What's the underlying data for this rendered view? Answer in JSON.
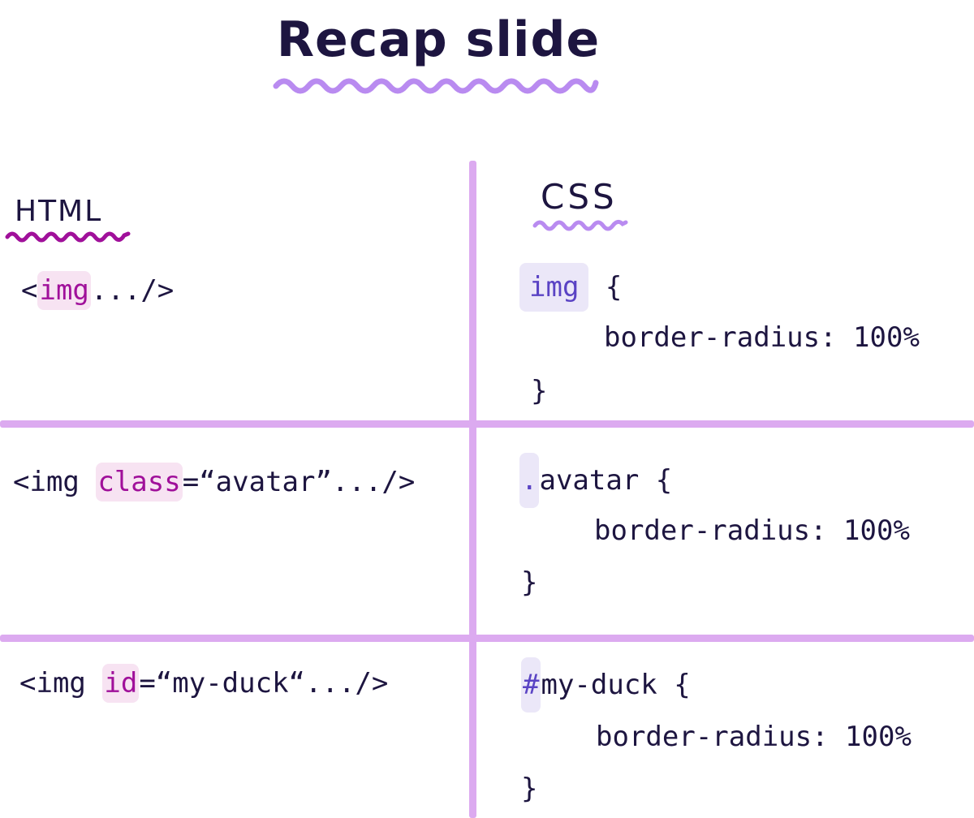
{
  "title": "Recap slide",
  "headings": {
    "html": "HTML",
    "css": "CSS"
  },
  "colors": {
    "ink": "#1d1540",
    "divider": "#dcaaf0",
    "html_accent": "#a0109a",
    "css_accent": "#5a43c4",
    "title_underline": "#b98bf0"
  },
  "rows": [
    {
      "html": {
        "prefix": "<",
        "highlight": "img",
        "suffix": ".../>"
      },
      "css": {
        "highlight": "img",
        "selector_rest": " {",
        "declaration": "border-radius: 100%",
        "close": "}"
      }
    },
    {
      "html": {
        "prefix": "<img ",
        "highlight": "class",
        "suffix": "=“avatar”.../>"
      },
      "css": {
        "highlight": ".",
        "selector_rest": "avatar {",
        "declaration": "border-radius: 100%",
        "close": "}"
      }
    },
    {
      "html": {
        "prefix": "<img ",
        "highlight": "id",
        "suffix": "=“my-duck“.../>"
      },
      "css": {
        "highlight": "#",
        "selector_rest": "my-duck {",
        "declaration": "border-radius: 100%",
        "close": "}"
      }
    }
  ]
}
